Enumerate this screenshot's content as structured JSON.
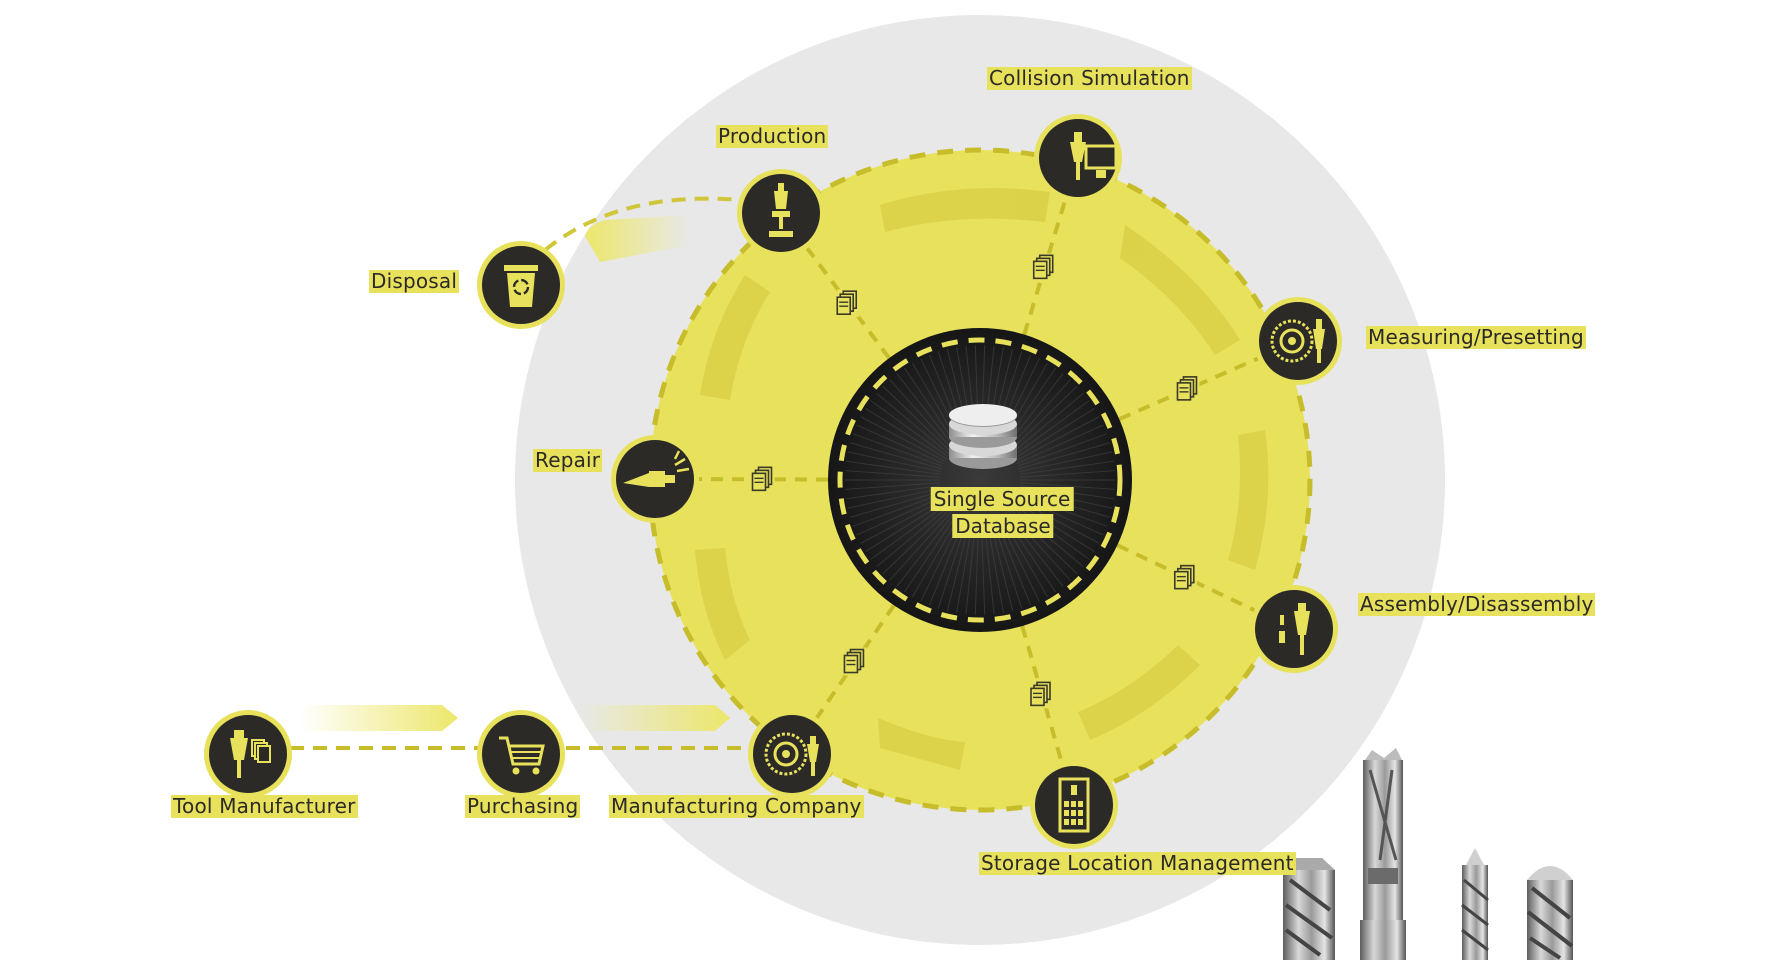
{
  "colors": {
    "accent": "#e8e15c",
    "accent_dark": "#c7bd2a",
    "node": "#2b2a26",
    "outer_disc": "#e8e8e8",
    "center": "#1e1e1e"
  },
  "center": {
    "line1": "Single Source",
    "line2": "Database",
    "icon": "database-icon"
  },
  "nodes": [
    {
      "id": "collision-simulation",
      "label": "Collision Simulation",
      "icon": "collision-simulation-icon"
    },
    {
      "id": "production",
      "label": "Production",
      "icon": "production-icon"
    },
    {
      "id": "disposal",
      "label": "Disposal",
      "icon": "recycle-bin-icon"
    },
    {
      "id": "measuring-presetting",
      "label": "Measuring/Presetting",
      "icon": "measuring-presetting-icon"
    },
    {
      "id": "repair",
      "label": "Repair",
      "icon": "repair-icon"
    },
    {
      "id": "assembly-disassembly",
      "label": "Assembly/Disassembly",
      "icon": "assembly-icon"
    },
    {
      "id": "tool-manufacturer",
      "label": "Tool Manufacturer",
      "icon": "tool-manufacturer-icon"
    },
    {
      "id": "purchasing",
      "label": "Purchasing",
      "icon": "shopping-cart-icon"
    },
    {
      "id": "manufacturing-company",
      "label": "Manufacturing Company",
      "icon": "manufacturing-company-icon"
    },
    {
      "id": "storage-location-management",
      "label": "Storage Location Management",
      "icon": "storage-cabinet-icon"
    }
  ],
  "tools_image": "cutting-tools-photo"
}
